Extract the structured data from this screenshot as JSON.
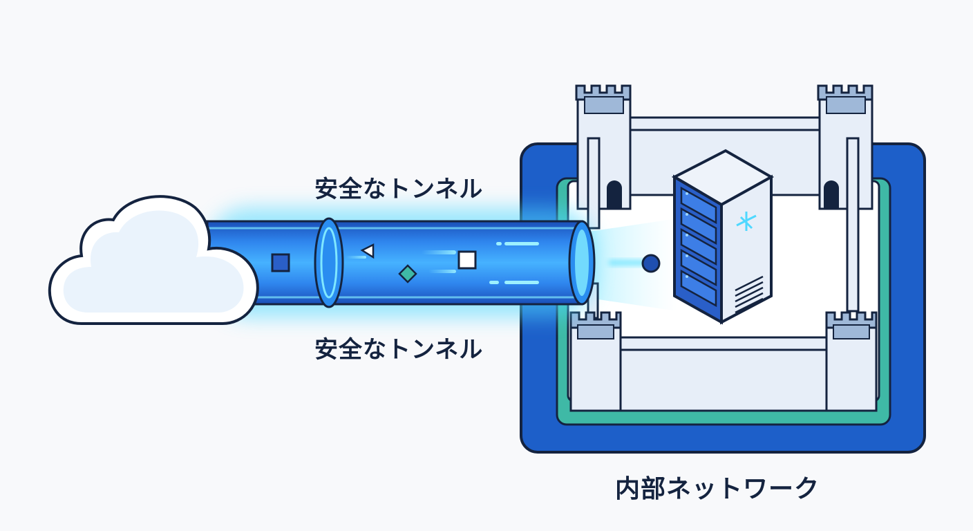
{
  "labels": {
    "tunnel_top": "安全なトンネル",
    "tunnel_bottom": "安全なトンネル",
    "internal_network": "内部ネットワーク"
  },
  "colors": {
    "background": "#f8f9fb",
    "outline": "#14233f",
    "tunnel_blue": "#1f6fe0",
    "glow_cyan": "#4fd8ff",
    "platform_blue": "#1d5fc9",
    "platform_teal": "#3fb9a6",
    "wall_light": "#e7eef8",
    "server_blue": "#2a5fc8"
  }
}
